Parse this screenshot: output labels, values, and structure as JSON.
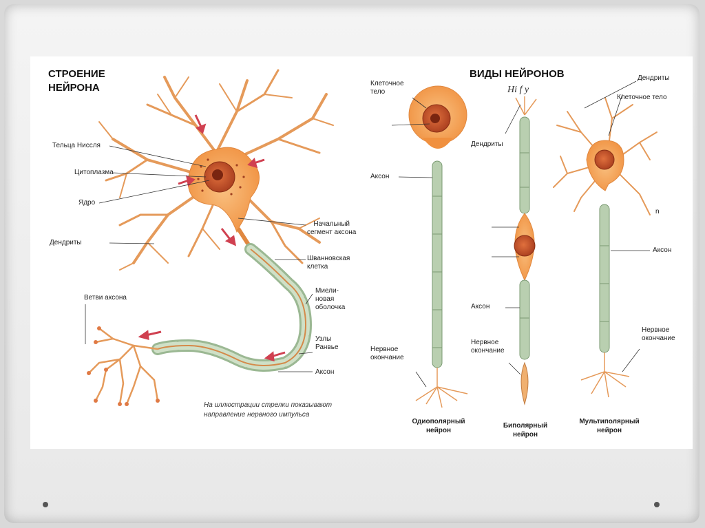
{
  "left": {
    "title_line1": "СТРОЕНИЕ",
    "title_line2": "НЕЙРОНА",
    "labels": {
      "nissl": "Тельца Ниссля",
      "cytoplasm": "Цитоплазма",
      "nucleus": "Ядро",
      "dendrites": "Дендриты",
      "initial_segment": "Начальный\nсегмент аксона",
      "schwann": "Шванновская\nклетка",
      "myelin": "Миели-\nновая\nоболочка",
      "ranvier": "Узлы\nРанвье",
      "axon": "Аксон",
      "axon_branches": "Ветви аксона"
    },
    "note": "На иллюстрации стрелки показывают\nнаправление нервного импульса"
  },
  "right": {
    "title": "ВИДЫ НЕЙРОНОВ",
    "handwriting": "Hi f y",
    "labels": {
      "cell_body_uni": "Клеточное\nтело",
      "axon_uni": "Аксон",
      "ending_uni": "Нервное\nокончание",
      "dendrites_bi": "Дендриты",
      "axon_bi": "Аксон",
      "ending_bi": "Нервное\nокончание",
      "dendrites_multi": "Дендриты",
      "cell_body_multi": "Клеточное тело",
      "axon_multi": "Аксон",
      "ending_multi": "Нервное\nокончание",
      "mark": "n"
    },
    "captions": {
      "unipolar": "Одиополярный\nнейрон",
      "bipolar": "Биполярный\nнейрон",
      "multipolar": "Мультиполярный\nнейрон"
    }
  },
  "colors": {
    "soma": "#f5a35a",
    "nucleus": "#c8502a",
    "dendrite": "#e8a060",
    "myelin": "#b9cfb0",
    "arrow": "#d04040"
  }
}
